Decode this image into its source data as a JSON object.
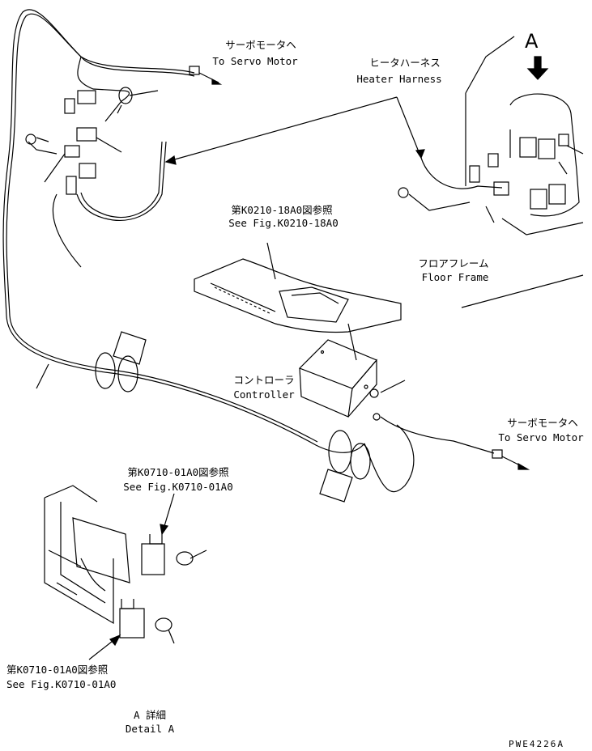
{
  "labels": {
    "servo_motor_top": {
      "jp": "サーボモータヘ",
      "en": "To Servo Motor"
    },
    "heater_harness": {
      "jp": "ヒータハーネス",
      "en": "Heater Harness"
    },
    "view_a": "A",
    "see_fig_k0210": {
      "jp": "第K0210-18A0図参照",
      "en": "See Fig.K0210-18A0"
    },
    "floor_frame": {
      "jp": "フロアフレーム",
      "en": "Floor Frame"
    },
    "controller": {
      "jp": "コントローラ",
      "en": "Controller"
    },
    "servo_motor_right": {
      "jp": "サーボモータヘ",
      "en": "To Servo Motor"
    },
    "see_fig_k0710_upper": {
      "jp": "第K0710-01A0図参照",
      "en": "See Fig.K0710-01A0"
    },
    "see_fig_k0710_lower": {
      "jp": "第K0710-01A0図参照",
      "en": "See Fig.K0710-01A0"
    },
    "detail_a": {
      "jp": "A 詳細",
      "en": "Detail A"
    },
    "drawing_code": "PWE4226A"
  }
}
